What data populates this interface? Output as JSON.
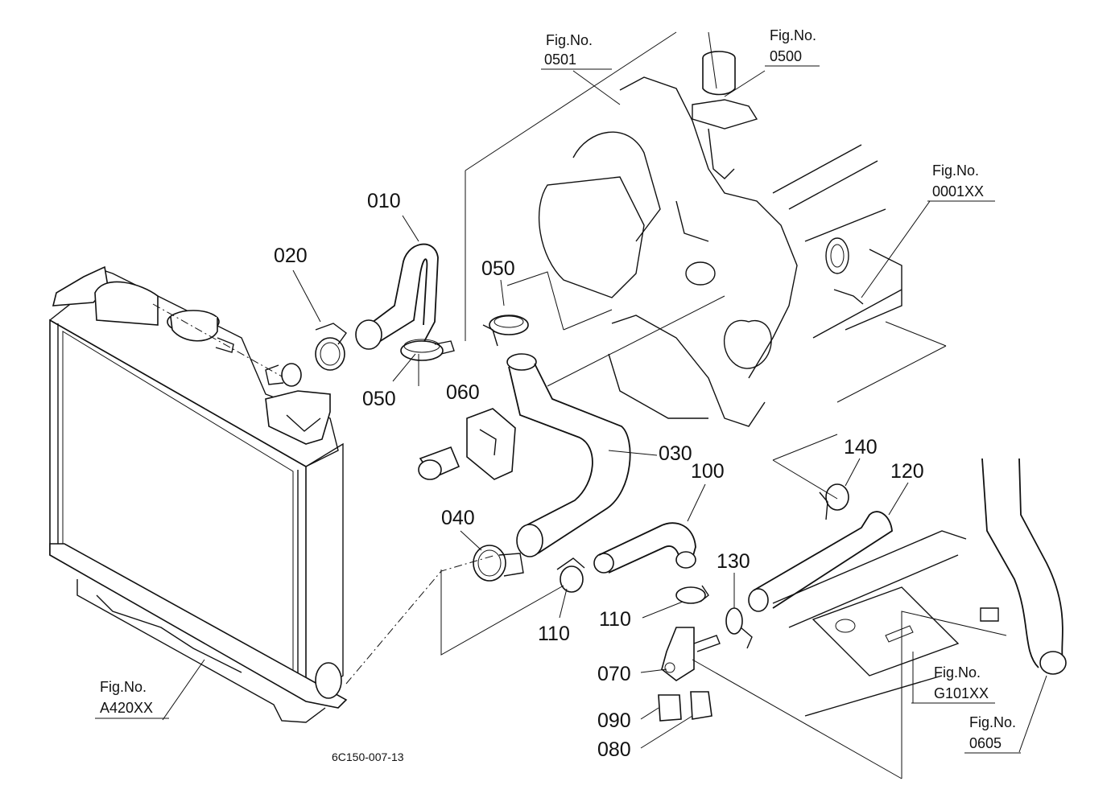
{
  "colors": {
    "ink": "#111111",
    "background": "#ffffff"
  },
  "drawing_code": "6C150-007-13",
  "fig_refs": {
    "r0501": {
      "label": "Fig.No.",
      "number": "0501"
    },
    "r0500": {
      "label": "Fig.No.",
      "number": "0500"
    },
    "r0001": {
      "label": "Fig.No.",
      "number": "0001XX"
    },
    "rA420": {
      "label": "Fig.No.",
      "number": "A420XX"
    },
    "rG101": {
      "label": "Fig.No.",
      "number": "G101XX"
    },
    "r0605": {
      "label": "Fig.No.",
      "number": "0605"
    }
  },
  "callouts": {
    "p010": "010",
    "p020": "020",
    "p050a": "050",
    "p050b": "050",
    "p060": "060",
    "p030": "030",
    "p040": "040",
    "p100": "100",
    "p110a": "110",
    "p110b": "110",
    "p140": "140",
    "p120": "120",
    "p130": "130",
    "p070": "070",
    "p090": "090",
    "p080": "080"
  }
}
